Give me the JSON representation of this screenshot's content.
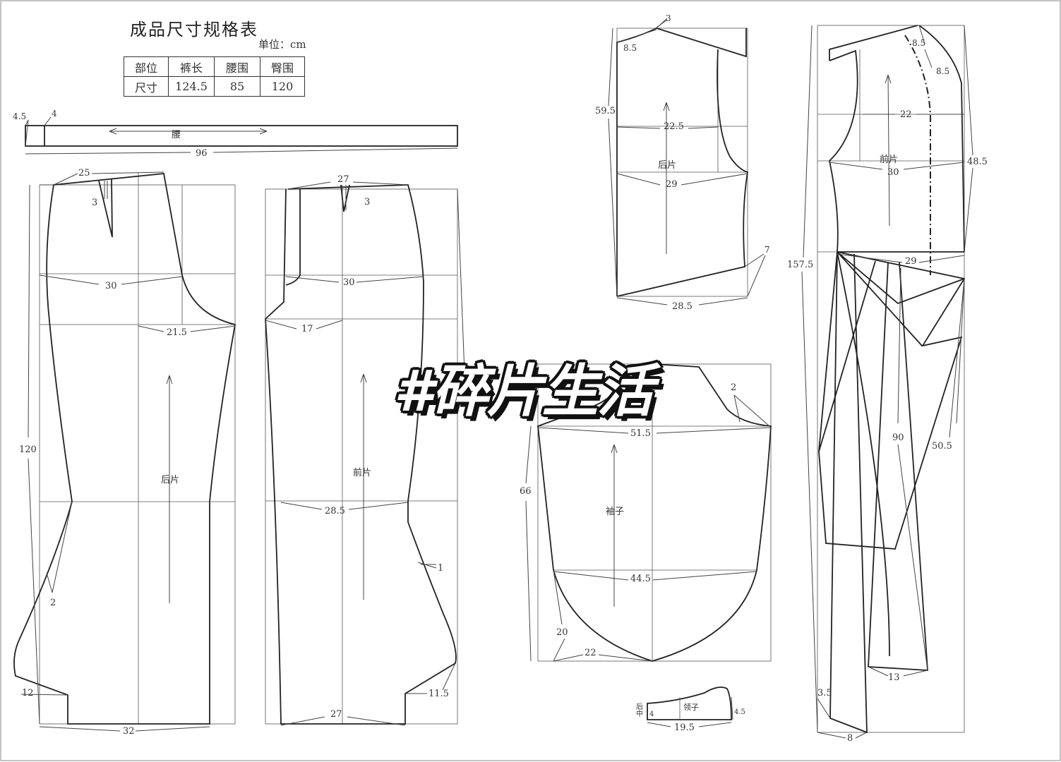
{
  "header": {
    "title": "成品尺寸规格表",
    "unit": "单位：cm"
  },
  "spec_table": {
    "rows": [
      {
        "label": "部位",
        "cells": [
          "裤长",
          "腰围",
          "臀围"
        ]
      },
      {
        "label": "尺寸",
        "cells": [
          "124.5",
          "85",
          "120"
        ]
      }
    ]
  },
  "watermark": "#碎片生活",
  "pieces": {
    "waistband": {
      "name": "腰",
      "length": "96",
      "dim_a": "4.5",
      "dim_b": "4"
    },
    "back_pants": {
      "name": "后片",
      "waist": "25",
      "dart": "3",
      "hip": "30",
      "crotch": "21.5",
      "length": "120",
      "knee_ext": "2",
      "hem_ext": "12",
      "hem": "32"
    },
    "front_pants": {
      "name": "前片",
      "waist": "27",
      "dart": "3",
      "hip": "30",
      "crotch": "17",
      "knee": "28.5",
      "knee_ext": "1",
      "hem_ext": "11.5",
      "hem": "27"
    },
    "back_bodice": {
      "name": "后片",
      "neck_drop": "3",
      "shoulder": "8.5",
      "length": "59.5",
      "chest_half": "22.5",
      "bust": "29",
      "side": "7",
      "hem": "28.5"
    },
    "front_bodice": {
      "name": "前片",
      "neck_a": "8.5",
      "neck_b": "8.5",
      "chest_half": "22",
      "bust": "30",
      "length": "157.5",
      "side": "48.5",
      "waist": "29",
      "drape_a": "90",
      "drape_b": "50.5",
      "hem_a": "13",
      "hem_b": "3.5",
      "hem_c": "8"
    },
    "sleeve": {
      "name": "袖子",
      "cap": "2",
      "width": "51.5",
      "length": "66",
      "cuff_width": "44.5",
      "cuff_depth": "20",
      "cuff_base": "22"
    },
    "collar": {
      "name": "领子",
      "back_center": "后中",
      "height": "4",
      "width": "4.5",
      "length": "19.5"
    }
  }
}
